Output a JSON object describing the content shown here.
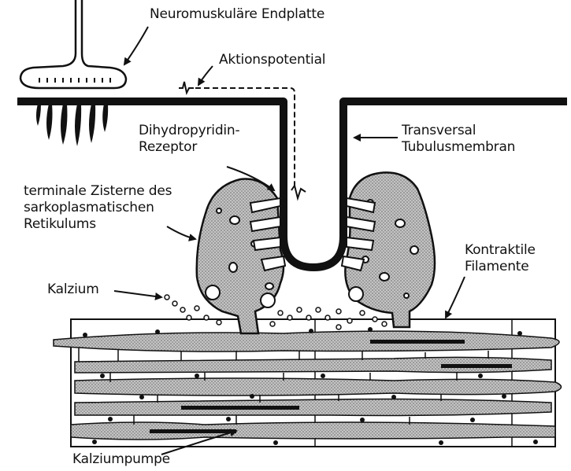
{
  "colors": {
    "ink": "#111111",
    "fill": "#bdbdbd",
    "background": "#ffffff"
  },
  "labels": {
    "endplate": "Neuromuskuläre Endplatte",
    "action_potential": "Aktionspotential",
    "dhp_receptor": [
      "Dihydropyridin-",
      "Rezeptor"
    ],
    "t_tubule": [
      "Transversal",
      "Tubulusmembran"
    ],
    "cistern": [
      "terminale Zisterne des",
      "sarkoplasmatischen",
      "Retikulums"
    ],
    "calcium": "Kalzium",
    "filaments": [
      "Kontraktile",
      "Filamente"
    ],
    "calcium_pump": "Kalziumpumpe"
  }
}
